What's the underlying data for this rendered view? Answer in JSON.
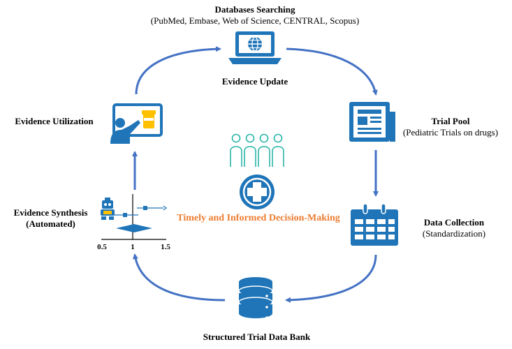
{
  "nodes": {
    "search": {
      "title": "Databases Searching",
      "subtitle": "(PubMed, Embase, Web of Science, CENTRAL, Scopus)"
    },
    "update": {
      "title": "Evidence Update"
    },
    "pool": {
      "title": "Trial Pool",
      "subtitle": "(Pediatric Trials on drugs)"
    },
    "collection": {
      "title": "Data Collection",
      "subtitle": "(Standardization)"
    },
    "bank": {
      "title": "Structured Trial Data Bank"
    },
    "synthesis": {
      "title_line1": "Evidence Synthesis",
      "title_line2": "(Automated)"
    },
    "utilization": {
      "title": "Evidence Utilization"
    }
  },
  "center": {
    "text": "Timely and Informed Decision-Making"
  },
  "forest_axis": {
    "ticks": [
      "0.5",
      "1",
      "1.5"
    ]
  },
  "colors": {
    "accent": "#4472C4",
    "icon_blue": "#1F75B8",
    "teal": "#2BB5A7",
    "orange": "#ED7D31"
  }
}
